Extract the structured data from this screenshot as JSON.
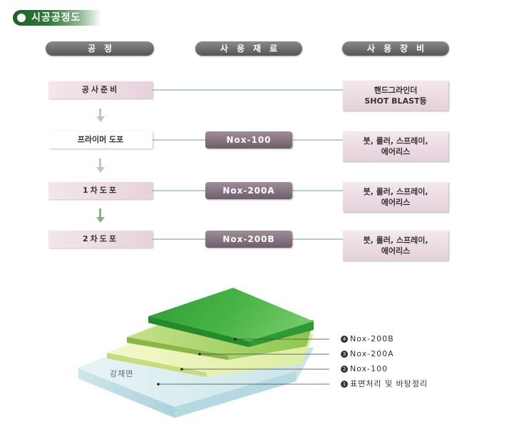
{
  "title": "시공공정도",
  "headers": {
    "process": "공정",
    "material": "사용재료",
    "equipment": "사용장비"
  },
  "steps": [
    {
      "process": "공사준비",
      "material": "",
      "equipment": [
        "핸드그라인더",
        "SHOT BLAST등"
      ]
    },
    {
      "process": "프라이머 도포",
      "material": "Nox-100",
      "equipment": [
        "붓, 롤러, 스프레이,",
        "에어리스"
      ]
    },
    {
      "process": "1차도포",
      "material": "Nox-200A",
      "equipment": [
        "붓, 롤러, 스프레이,",
        "에어리스"
      ]
    },
    {
      "process": "2차도포",
      "material": "Nox-200B",
      "equipment": [
        "붓, 롤러, 스프레이,",
        "에어리스"
      ]
    }
  ],
  "layers": [
    {
      "num": "4",
      "label": "Nox-200B",
      "color": "#3aa838"
    },
    {
      "num": "3",
      "label": "Nox-200A",
      "color": "#a9d46a"
    },
    {
      "num": "2",
      "label": "Nox-100",
      "color": "#eaf3b4"
    },
    {
      "num": "1",
      "label": "표면처리 및 바탕정리",
      "color": "#d8ecf0"
    }
  ],
  "substrate": "강재면"
}
